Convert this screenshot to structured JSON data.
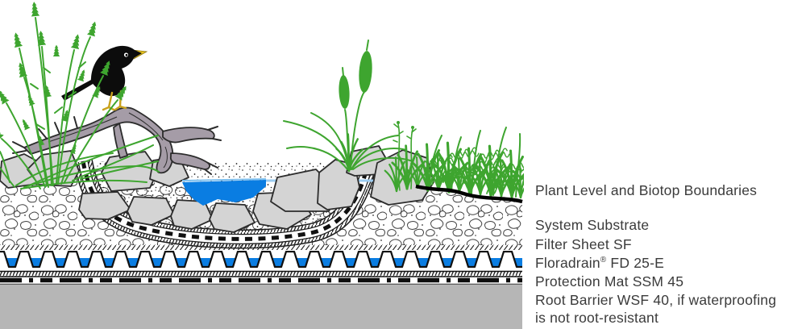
{
  "scene": {
    "subject": "Biotope green roof cross-section",
    "elements": [
      "blackbird",
      "dead-branch",
      "pond",
      "boulders",
      "shrub",
      "bulrush-grass",
      "meadow-grass",
      "substrate",
      "drainage-layer",
      "roof-deck"
    ]
  },
  "labels": {
    "plant_level": "Plant Level and Biotop Boundaries",
    "system_substrate": "System Substrate",
    "filter_sheet": "Filter Sheet SF",
    "floradrain_name": "Floradrain",
    "floradrain_reg": "®",
    "floradrain_model": " FD 25-E",
    "protection_mat": "Protection Mat SSM 45",
    "root_barrier_1": "Root Barrier WSF 40, if waterproofing",
    "root_barrier_2": "is not root-resistant"
  },
  "colors": {
    "plant_green": "#3EA52F",
    "water_blue": "#0A7DE2",
    "water_light": "#8CC6F0",
    "stone_gray": "#D4D4D4",
    "slab_gray": "#B6B6B6",
    "wood_mauve": "#A59CA7",
    "bird_black": "#0C0C0C",
    "beak_yellow": "#E9C51F",
    "leg_yellow": "#C9A21D",
    "outline_dark": "#2C2C2C",
    "text_gray": "#3B3B3B"
  }
}
